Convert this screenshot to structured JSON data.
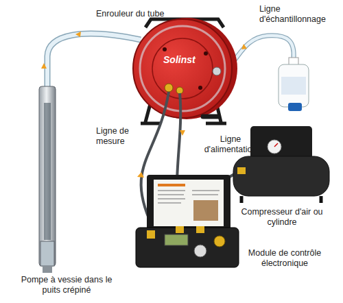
{
  "diagram": {
    "labels": [
      "Enrouleur du tube",
      "Ligne d'échantillonnage",
      "Solinst",
      "Ligne de mesure",
      "Ligne d'alimentation",
      "Compresseur d'air ou cylindre",
      "Module de contrôle électronique",
      "Pompe à vessie dans le puits crépiné"
    ]
  }
}
